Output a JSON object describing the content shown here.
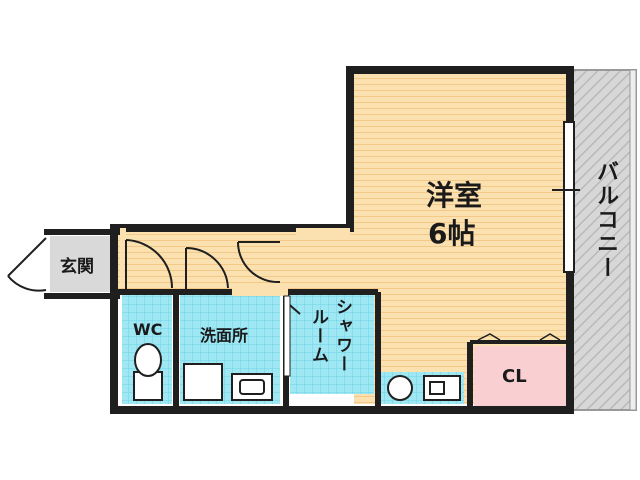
{
  "rooms": {
    "western_room": {
      "name": "洋室",
      "size": "6帖"
    },
    "balcony": {
      "name": "バルコニー"
    },
    "entrance": {
      "name": "玄関"
    },
    "toilet": {
      "name": "WC"
    },
    "washroom": {
      "name": "洗面所"
    },
    "shower_room": {
      "name": "シャワールーム",
      "line1": "シャワー",
      "line2": "ルーム"
    },
    "closet": {
      "name": "CL"
    }
  },
  "colors": {
    "wall": "#1f1f1f",
    "western_floor": "#fbe0b0",
    "western_stripe": "#f3c98a",
    "corridor_floor": "#fbe0b0",
    "tile": "#9ee7f3",
    "tile_grid": "#6fd3e6",
    "closet": "#f9cfd2",
    "balcony": "#d7d7d7",
    "balcony_hatch": "#b9b9b9",
    "entrance": "#d9d9d9"
  }
}
